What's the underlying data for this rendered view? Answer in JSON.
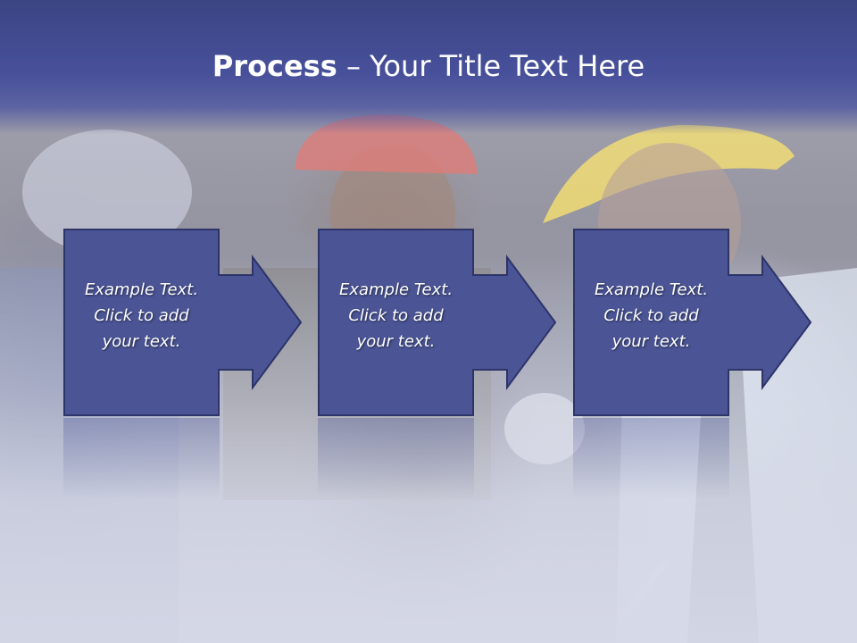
{
  "slide": {
    "title_bold": "Process",
    "title_rest": " – Your Title Text Here"
  },
  "steps": [
    {
      "line1": "Example Text.",
      "line2": "Click  to add",
      "line3": "your text."
    },
    {
      "line1": "Example Text.",
      "line2": "Click  to add",
      "line3": "your text."
    },
    {
      "line1": "Example Text.",
      "line2": "Click  to add",
      "line3": "your text."
    }
  ],
  "colors": {
    "title_band": "#47509a",
    "box_fill": "#4b5596",
    "box_stroke": "#2c3468",
    "title_text": "#ffffff"
  }
}
